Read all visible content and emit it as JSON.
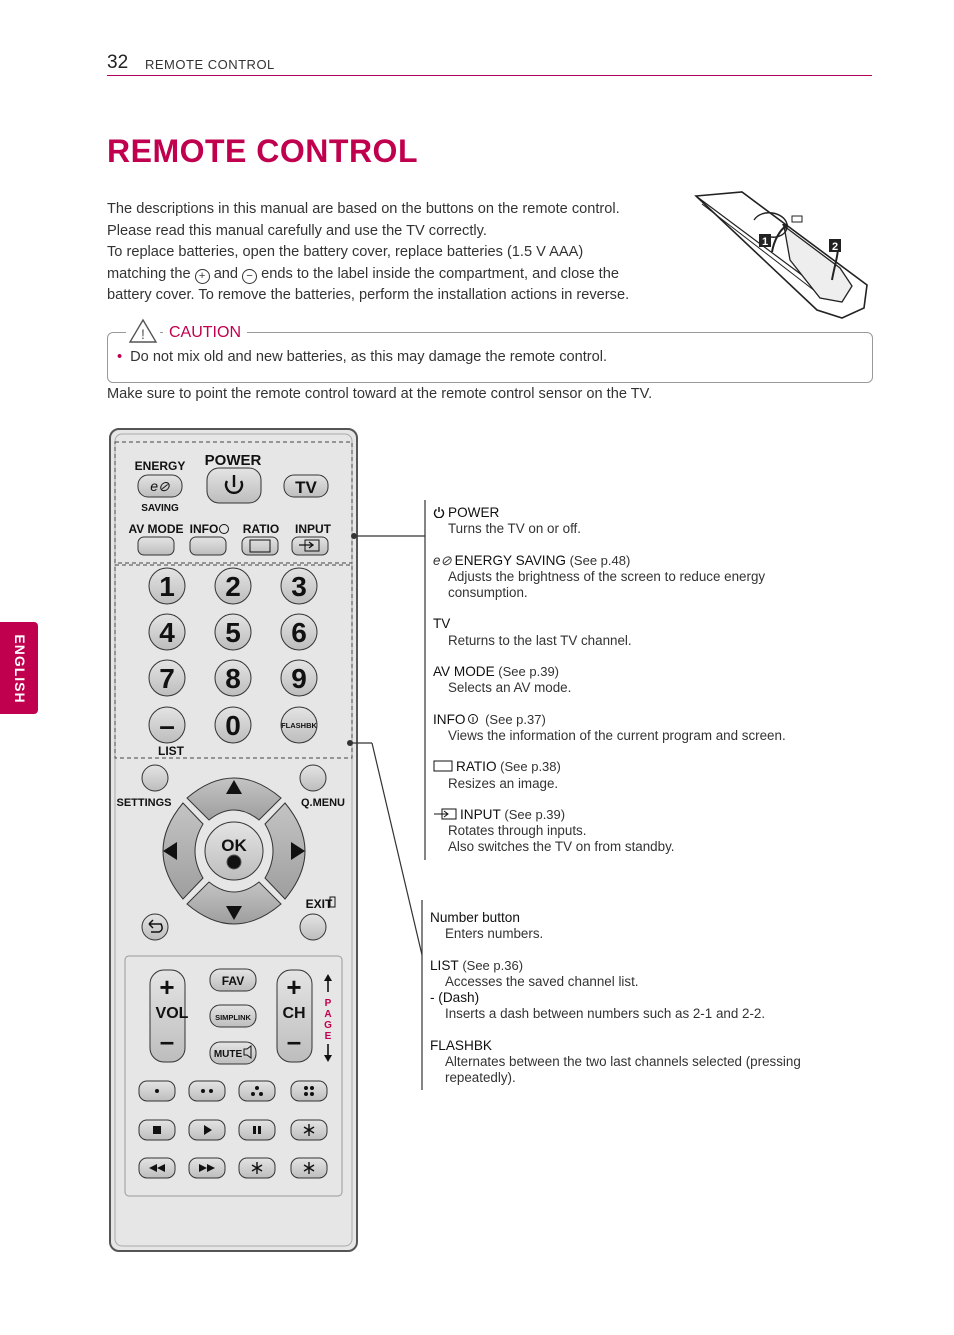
{
  "header": {
    "page_number": "32",
    "section": "REMOTE CONTROL"
  },
  "title": "REMOTE CONTROL",
  "intro": {
    "line1": "The descriptions in this manual are based on the buttons on the remote control.",
    "line2": "Please read this manual carefully and use the TV correctly.",
    "line3": "To replace batteries, open the battery cover, replace batteries (1.5 V AAA)",
    "line4_a": "matching the",
    "plus_symbol": "+",
    "line4_b": "and",
    "minus_symbol": "−",
    "line4_c": "ends to the label inside the compartment, and close the",
    "line5": "battery cover. To remove the batteries, perform the installation actions in reverse."
  },
  "battery_figure": {
    "step1": "1",
    "step2": "2"
  },
  "caution": {
    "label": "CAUTION",
    "items": [
      "Do not mix old and new batteries, as this may damage the remote control."
    ]
  },
  "sensor_note": "Make sure to point the remote control toward at the remote control sensor on the TV.",
  "side_tab": "ENGLISH",
  "remote": {
    "energy": "ENERGY",
    "saving": "SAVING",
    "power": "POWER",
    "tv": "TV",
    "av_mode": "AV MODE",
    "info": "INFO",
    "ratio": "RATIO",
    "input": "INPUT",
    "numbers": [
      "1",
      "2",
      "3",
      "4",
      "5",
      "6",
      "7",
      "8",
      "9",
      "–",
      "0"
    ],
    "flashbk": "FLASHBK",
    "list": "LIST",
    "settings": "SETTINGS",
    "qmenu": "Q.MENU",
    "ok": "OK",
    "exit": "EXIT",
    "vol": "VOL",
    "ch": "CH",
    "fav": "FAV",
    "simplink": "SIMPLINK",
    "mute": "MUTE",
    "page": [
      "P",
      "A",
      "G",
      "E"
    ]
  },
  "desc_top": [
    {
      "icon": "power-icon",
      "title": "POWER",
      "ref": "",
      "lines": [
        "Turns the TV on or off."
      ]
    },
    {
      "icon": "energy-saving-icon",
      "title": "ENERGY SAVING",
      "ref": "(See p.48)",
      "lines": [
        "Adjusts the brightness of the screen to reduce energy",
        "consumption."
      ]
    },
    {
      "icon": "",
      "title": "TV",
      "ref": "",
      "lines": [
        "Returns to the last TV channel."
      ]
    },
    {
      "icon": "",
      "title": "AV MODE",
      "ref": "(See p.39)",
      "lines": [
        "Selects an AV mode."
      ]
    },
    {
      "icon": "",
      "title": "INFO",
      "title_icon": "info-icon",
      "ref": "(See p.37)",
      "lines": [
        "Views the information of the current program and screen."
      ]
    },
    {
      "icon": "ratio-icon",
      "title": "RATIO",
      "ref": "(See p.38)",
      "lines": [
        "Resizes an image."
      ]
    },
    {
      "icon": "input-icon",
      "title": "INPUT",
      "ref": "(See p.39)",
      "lines": [
        "Rotates through inputs.",
        "Also switches the TV on from standby."
      ]
    }
  ],
  "desc_bottom": [
    {
      "title": "Number button",
      "ref": "",
      "lines": [
        "Enters numbers."
      ]
    },
    {
      "title": "LIST",
      "ref": "(See p.36)",
      "lines": [
        "Accesses the saved channel list."
      ]
    },
    {
      "title": "- (Dash)",
      "ref": "",
      "lines": [
        "Inserts a dash between numbers such as 2-1 and 2-2."
      ],
      "tight": true
    },
    {
      "title": "FLASHBK",
      "ref": "",
      "lines": [
        "Alternates between the two last channels selected (pressing",
        "repeatedly)."
      ]
    }
  ]
}
